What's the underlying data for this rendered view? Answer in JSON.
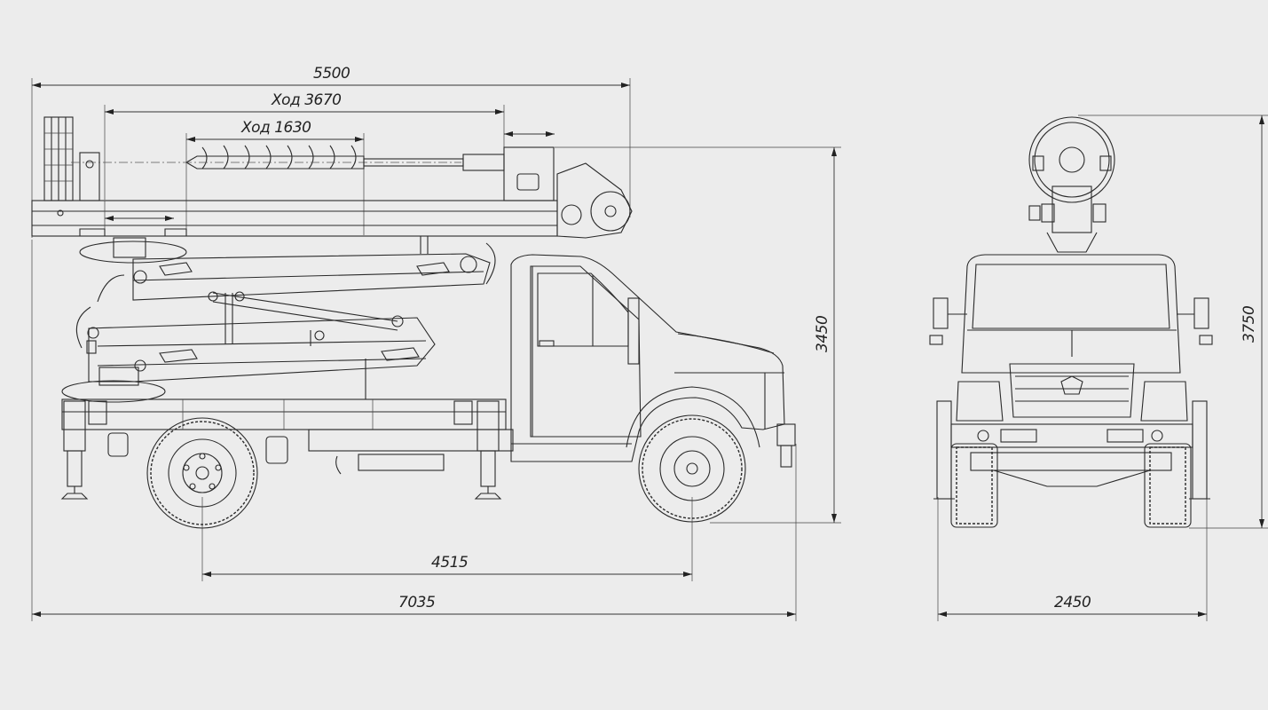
{
  "dimensions": {
    "boom_length": "5500",
    "stroke_outer": "Ход 3670",
    "stroke_inner": "Ход 1630",
    "height_side": "3450",
    "wheelbase": "4515",
    "overall_length": "7035",
    "height_front": "3750",
    "width": "2450"
  }
}
